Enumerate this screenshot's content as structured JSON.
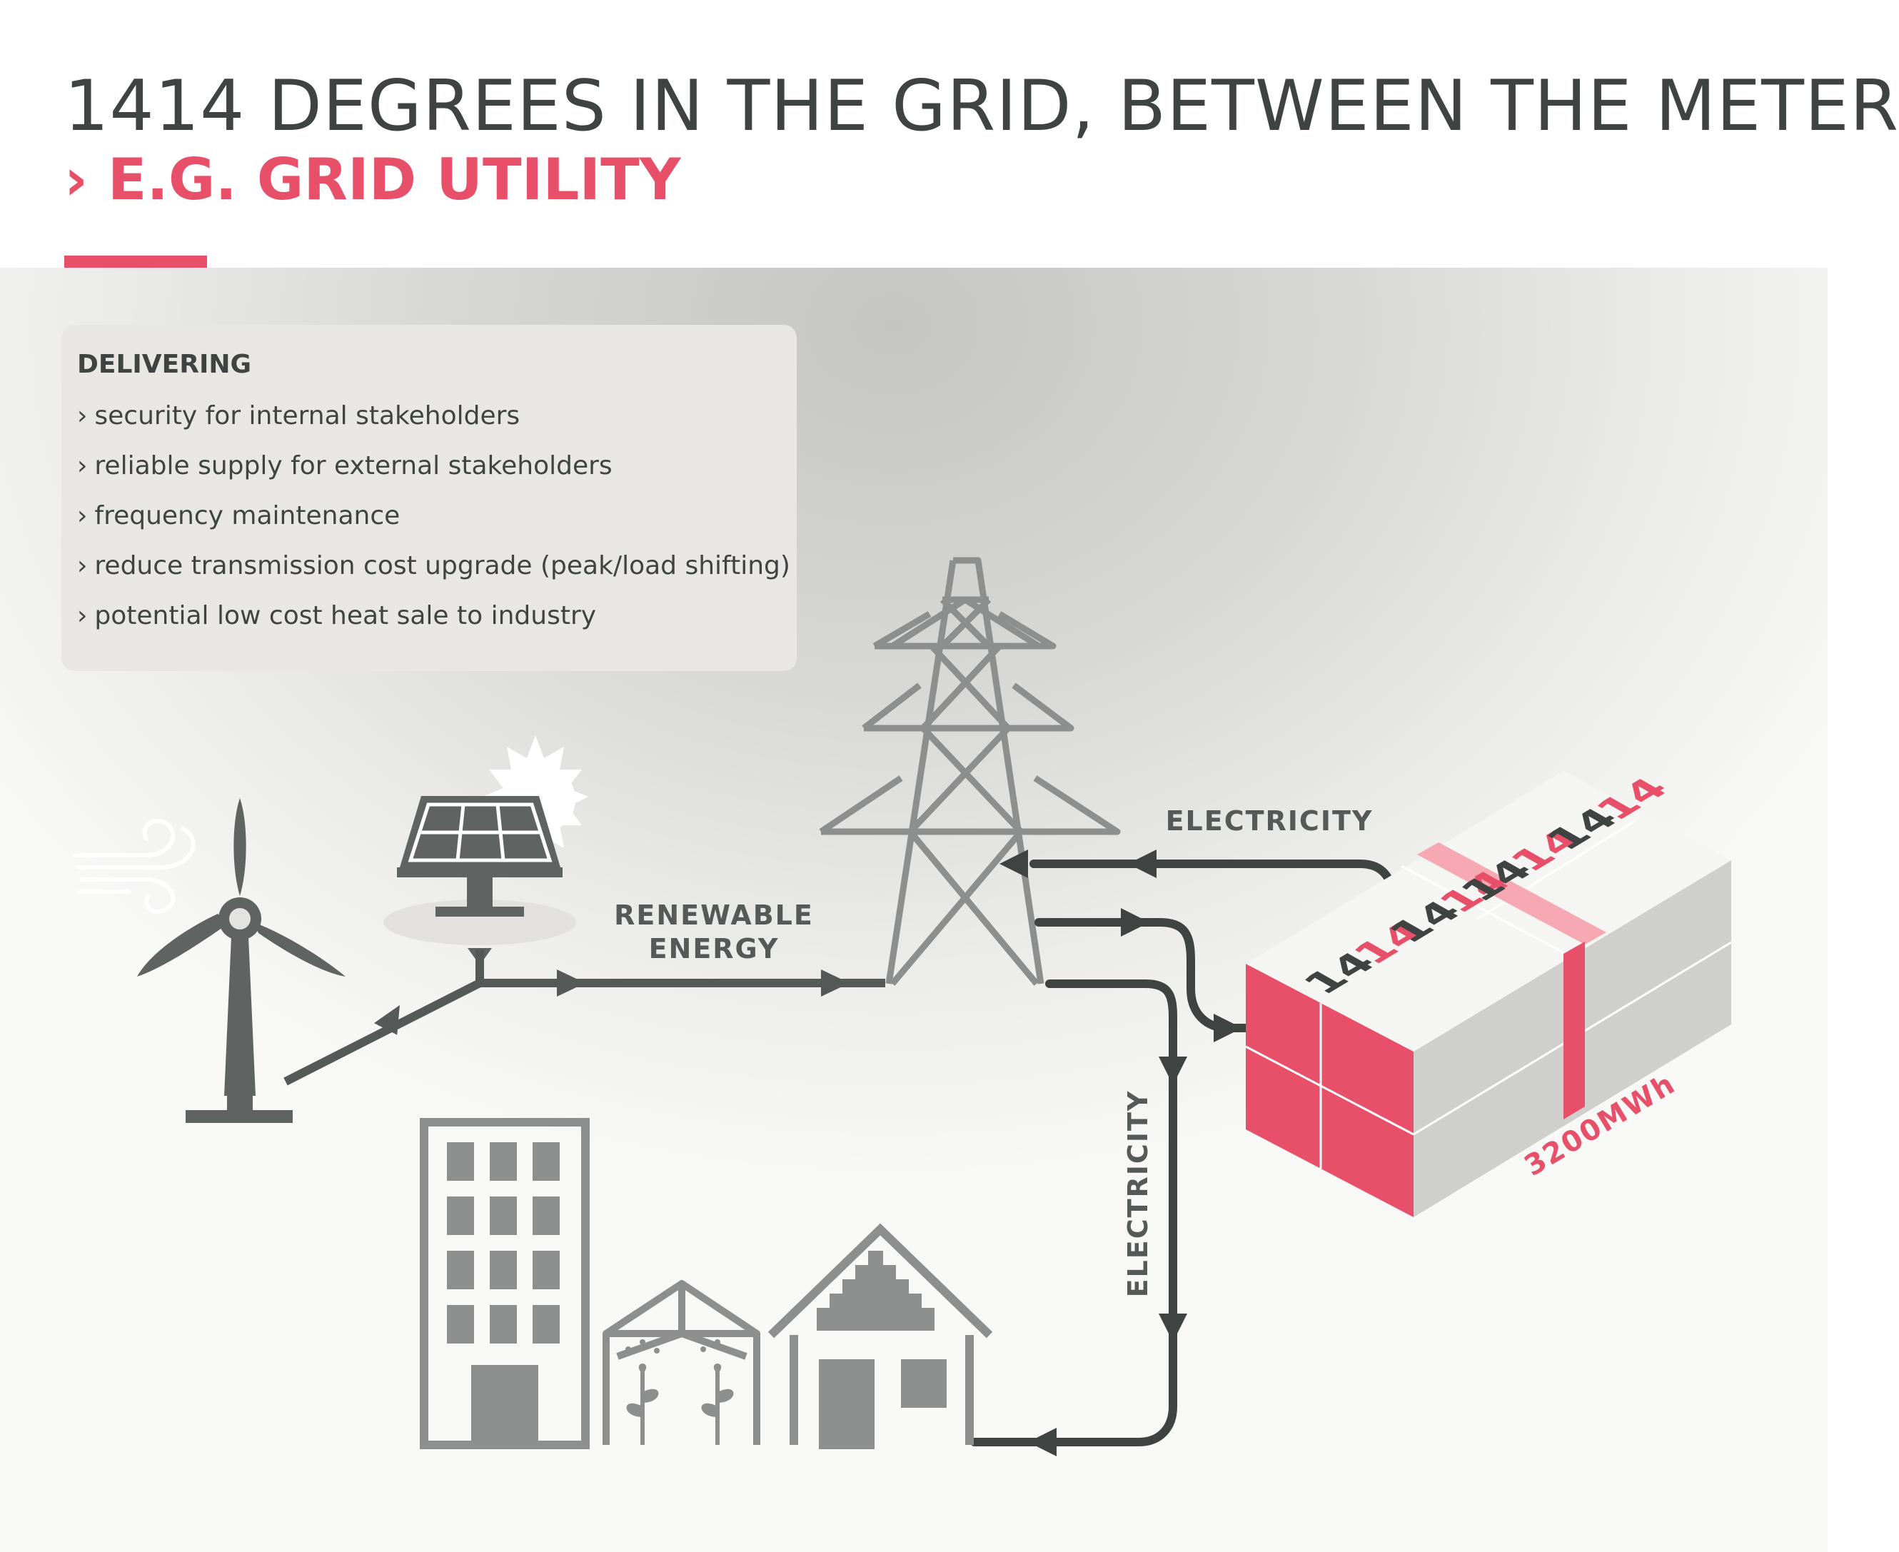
{
  "header": {
    "title": "1414 DEGREES IN THE GRID,  BETWEEN THE METER",
    "subtitle": "› E.G. GRID UTILITY"
  },
  "info": {
    "heading": "DELIVERING",
    "items": [
      "security for internal stakeholders",
      "reliable supply for external stakeholders",
      "frequency maintenance",
      "reduce transmission cost upgrade (peak/load shifting)",
      "potential low cost heat sale to industry"
    ]
  },
  "labels": {
    "renewable_1": "RENEWABLE",
    "renewable_2": "ENERGY",
    "electricity_top": "ELECTRICITY",
    "electricity_vertical": "ELECTRICITY",
    "storage_capacity": "3200MWh"
  },
  "colors": {
    "accent": "#e8506a",
    "dark": "#3f4443",
    "icon": "#5f6462",
    "light_icon": "#8c8f8d"
  }
}
